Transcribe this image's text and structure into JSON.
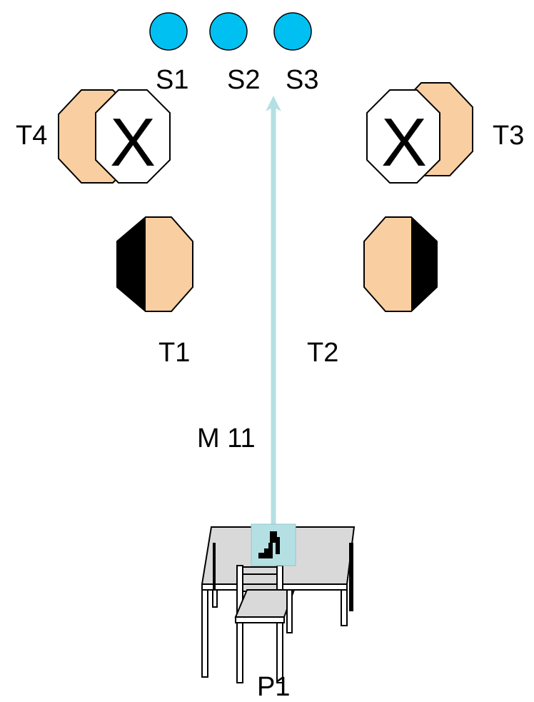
{
  "steel_targets": [
    {
      "label": "S1"
    },
    {
      "label": "S2"
    },
    {
      "label": "S3"
    }
  ],
  "paper_targets": [
    {
      "label": "T1",
      "kind": "partial-hardcover-left"
    },
    {
      "label": "T2",
      "kind": "partial-hardcover-right"
    },
    {
      "label": "T3",
      "kind": "with-no-shoot"
    },
    {
      "label": "T4",
      "kind": "with-no-shoot"
    }
  ],
  "no_shoot_mark": "X",
  "movement_label": "M 11",
  "start_position_label": "P1",
  "colors": {
    "steel": "#00c0f2",
    "target": "#f9cfa1",
    "hardcover": "#000000",
    "no_shoot": "#ffffff",
    "arrow": "#b5e0e3",
    "table": "#d9d9d9",
    "gun_box": "#b5e0e3"
  },
  "icons": {
    "start_table": "table-icon",
    "start_chair": "chair-icon",
    "firearm": "pistol-icon",
    "path_arrow": "arrow-up-icon"
  }
}
